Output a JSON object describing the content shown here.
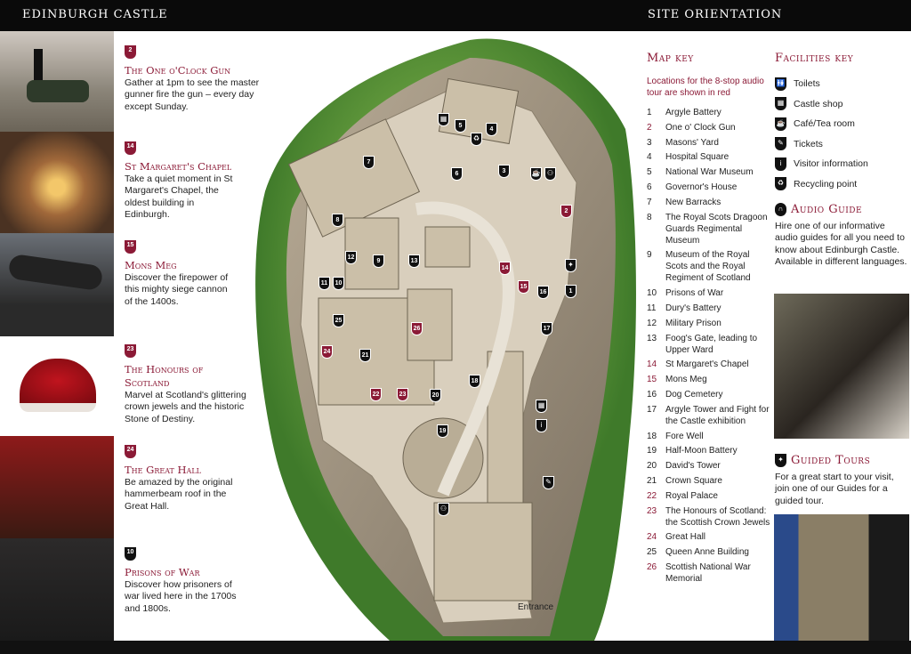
{
  "header": {
    "left_title": "EDINBURGH CASTLE",
    "right_title": "SITE ORIENTATION"
  },
  "highlights": [
    {
      "num": "2",
      "title": "The One o'Clock Gun",
      "text": "Gather at 1pm to see the master gunner fire the gun – every day except Sunday.",
      "color": "red"
    },
    {
      "num": "14",
      "title": "St Margaret's Chapel",
      "text": "Take a quiet moment in St Margaret's Chapel, the oldest building in Edinburgh.",
      "color": "red"
    },
    {
      "num": "15",
      "title": "Mons Meg",
      "text": "Discover the firepower of this mighty siege cannon of the 1400s.",
      "color": "red"
    },
    {
      "num": "23",
      "title": "The Honours of Scotland",
      "text": "Marvel at Scotland's glittering crown jewels and the historic Stone of Destiny.",
      "color": "red"
    },
    {
      "num": "24",
      "title": "The Great Hall",
      "text": "Be amazed by the original hammerbeam roof in the Great Hall.",
      "color": "red"
    },
    {
      "num": "10",
      "title": "Prisons of War",
      "text": "Discover how prisoners of war lived here in the 1700s and 1800s.",
      "color": "black"
    }
  ],
  "map": {
    "entrance_label": "Entrance",
    "markers": [
      "1",
      "2",
      "3",
      "4",
      "5",
      "6",
      "7",
      "8",
      "9",
      "10",
      "11",
      "12",
      "13",
      "14",
      "15",
      "16",
      "17",
      "18",
      "19",
      "20",
      "21",
      "22",
      "23",
      "24",
      "25",
      "26"
    ]
  },
  "map_key": {
    "title": "Map key",
    "note": "Locations for the 8-stop audio tour are shown in red",
    "items": [
      {
        "n": "1",
        "label": "Argyle Battery",
        "red": false
      },
      {
        "n": "2",
        "label": "One o' Clock Gun",
        "red": true
      },
      {
        "n": "3",
        "label": "Masons' Yard",
        "red": false
      },
      {
        "n": "4",
        "label": "Hospital Square",
        "red": false
      },
      {
        "n": "5",
        "label": "National War Museum",
        "red": false
      },
      {
        "n": "6",
        "label": "Governor's House",
        "red": false
      },
      {
        "n": "7",
        "label": "New Barracks",
        "red": false
      },
      {
        "n": "8",
        "label": "The Royal Scots Dragoon Guards Regimental Museum",
        "red": false
      },
      {
        "n": "9",
        "label": "Museum of the Royal Scots and the Royal Regiment of Scotland",
        "red": false
      },
      {
        "n": "10",
        "label": "Prisons of War",
        "red": false
      },
      {
        "n": "11",
        "label": "Dury's Battery",
        "red": false
      },
      {
        "n": "12",
        "label": "Military Prison",
        "red": false
      },
      {
        "n": "13",
        "label": "Foog's Gate, leading to Upper Ward",
        "red": false
      },
      {
        "n": "14",
        "label": "St Margaret's Chapel",
        "red": true
      },
      {
        "n": "15",
        "label": "Mons Meg",
        "red": true
      },
      {
        "n": "16",
        "label": "Dog Cemetery",
        "red": false
      },
      {
        "n": "17",
        "label": "Argyle Tower and Fight for the Castle exhibition",
        "red": false
      },
      {
        "n": "18",
        "label": "Fore Well",
        "red": false
      },
      {
        "n": "19",
        "label": "Half-Moon Battery",
        "red": false
      },
      {
        "n": "20",
        "label": "David's Tower",
        "red": false
      },
      {
        "n": "21",
        "label": "Crown Square",
        "red": false
      },
      {
        "n": "22",
        "label": "Royal Palace",
        "red": true
      },
      {
        "n": "23",
        "label": "The Honours of Scotland: the Scottish Crown Jewels",
        "red": true
      },
      {
        "n": "24",
        "label": "Great Hall",
        "red": true
      },
      {
        "n": "25",
        "label": "Queen Anne Building",
        "red": false
      },
      {
        "n": "26",
        "label": "Scottish National War Memorial",
        "red": true
      }
    ]
  },
  "facilities": {
    "title": "Facilities key",
    "items": [
      {
        "icon": "toilets-icon",
        "glyph": "🚻",
        "label": "Toilets"
      },
      {
        "icon": "castle-shop-icon",
        "glyph": "▦",
        "label": "Castle shop"
      },
      {
        "icon": "cafe-icon",
        "glyph": "☕",
        "label": "Café/Tea room"
      },
      {
        "icon": "tickets-icon",
        "glyph": "✎",
        "label": "Tickets"
      },
      {
        "icon": "visitor-information-icon",
        "glyph": "i",
        "label": "Visitor information"
      },
      {
        "icon": "recycling-icon",
        "glyph": "♻",
        "label": "Recycling point"
      }
    ],
    "audio_title": "Audio Guide",
    "audio_text": "Hire one of our informative audio guides for all you need to know about Edinburgh Castle. Available in different languages.",
    "guided_title": "Guided Tours",
    "guided_text": "For a great start to your visit, join one of our Guides for a guided tour."
  },
  "colors": {
    "accent": "#8b1a36",
    "black": "#111111"
  }
}
